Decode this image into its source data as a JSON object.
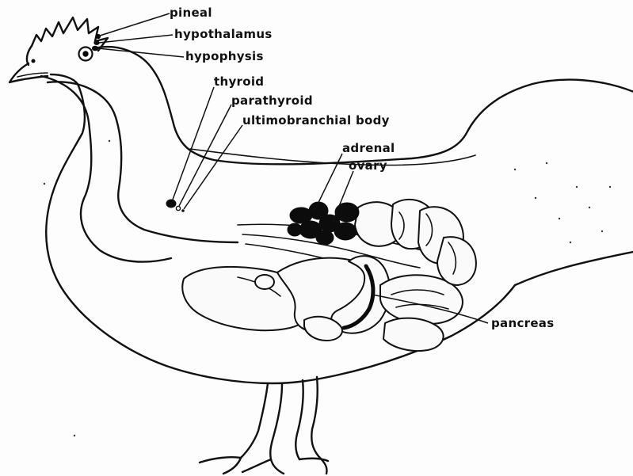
{
  "diagram": {
    "labels": {
      "pineal": "pineal",
      "hypothalamus": "hypothalamus",
      "hypophysis": "hypophysis",
      "thyroid": "thyroid",
      "parathyroid": "parathyroid",
      "ultimobranchial_body": "ultimobranchial body",
      "adrenal": "adrenal",
      "ovary": "ovary",
      "pancreas": "pancreas"
    }
  }
}
